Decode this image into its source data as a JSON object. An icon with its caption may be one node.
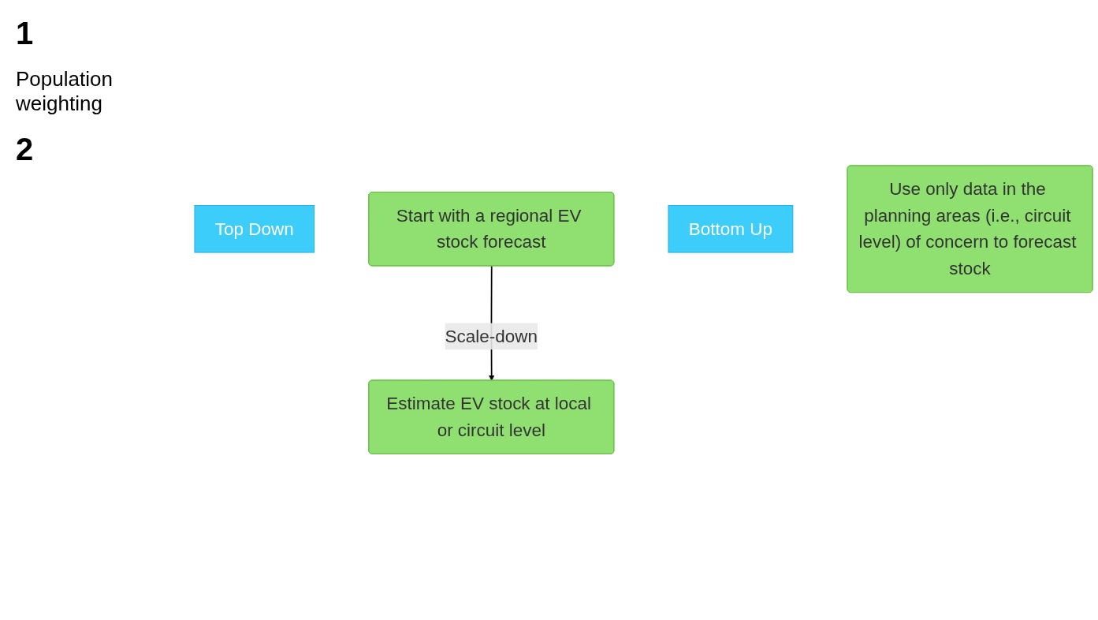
{
  "diagram": {
    "nodes": [
      {
        "text": [
          "Top Down"
        ]
      },
      {
        "text": [
          "Start with a regional EV stock forecast"
        ]
      },
      {
        "text": [
          "Estimate EV stock at local or circuit level"
        ]
      },
      {
        "text": [
          "Bottom Up"
        ]
      },
      {
        "text": [
          "Use only data in the planning areas (i.e., circuit level) of concern to forecast stock"
        ]
      }
    ],
    "edges": [
      {
        "from": 1,
        "to": 2,
        "arrow": "to",
        "label": "Scale-down"
      }
    ],
    "labels": [
      "1",
      "Population weighting",
      "2"
    ]
  }
}
